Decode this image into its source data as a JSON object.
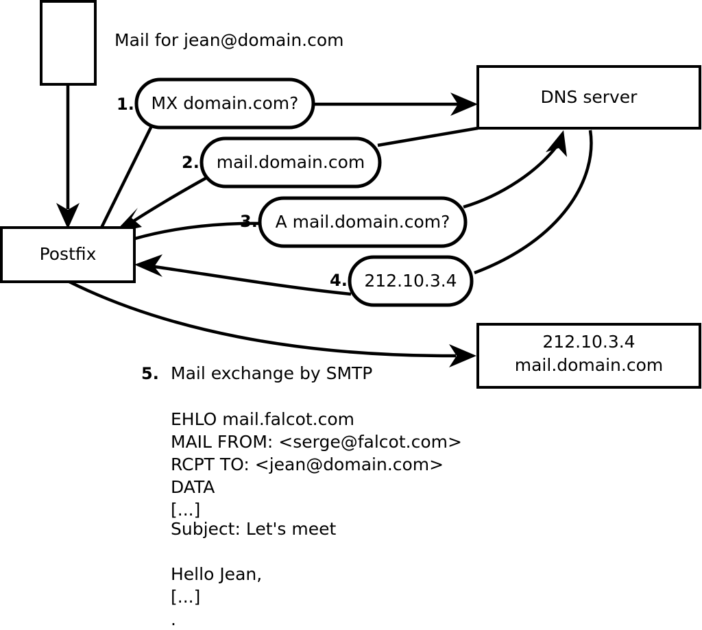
{
  "diagram": {
    "title_note": "Mail for jean@domain.com",
    "nodes": [
      {
        "id": "sender-client",
        "label": ""
      },
      {
        "id": "postfix",
        "label": "Postfix"
      },
      {
        "id": "dns-server",
        "label": "DNS server"
      },
      {
        "id": "remote-mail-server",
        "label_line1": "212.10.3.4",
        "label_line2": "mail.domain.com"
      }
    ],
    "steps": [
      {
        "num": "1.",
        "label": "MX domain.com?"
      },
      {
        "num": "2.",
        "label": "mail.domain.com"
      },
      {
        "num": "3.",
        "label": "A mail.domain.com?"
      },
      {
        "num": "4.",
        "label": "212.10.3.4"
      },
      {
        "num": "5.",
        "label": "Mail exchange by SMTP"
      }
    ],
    "smtp_transcript": [
      "EHLO mail.falcot.com",
      "MAIL FROM: <serge@falcot.com>",
      "RCPT TO: <jean@domain.com>",
      "DATA",
      "[...]",
      "Subject: Let's meet",
      "",
      "Hello Jean,",
      "[...]",
      "."
    ],
    "colors": {
      "stroke": "#000000",
      "fill": "#ffffff",
      "text": "#000000"
    }
  }
}
